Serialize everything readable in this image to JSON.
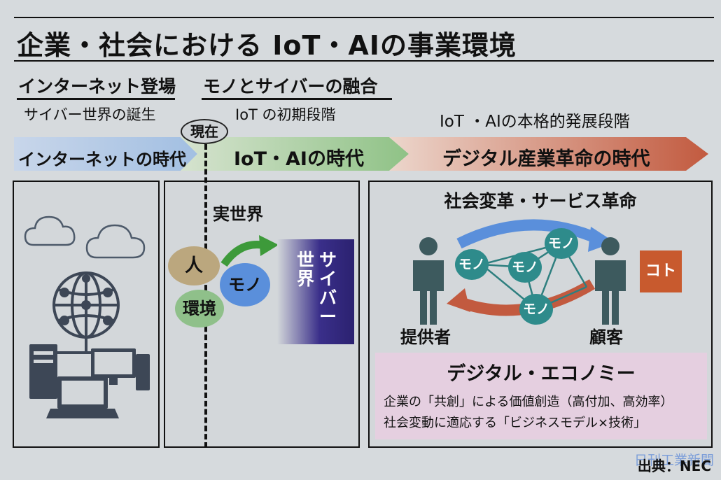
{
  "title": "企業・社会における IoT・AIの事業環境",
  "eras": [
    {
      "heading": "インターネット登場",
      "sub": "サイバー世界の誕生"
    },
    {
      "heading": "モノとサイバーの融合",
      "sub": "IoT の初期段階"
    },
    {
      "heading": "",
      "sub": "IoT ・AIの本格的発展段階"
    }
  ],
  "now_label": "現在",
  "timeline": [
    {
      "label": "インターネットの時代",
      "color": "#a9c4e4"
    },
    {
      "label": "IoT・AIの時代",
      "color": "#9ccb93"
    },
    {
      "label": "デジタル産業革命の時代",
      "color": "#c86d55"
    }
  ],
  "middle": {
    "real_world": "実世界",
    "person": "人",
    "environment": "環境",
    "mono": "モノ",
    "cyber": "サイバー",
    "world": "世界"
  },
  "right": {
    "heading": "社会変革・サービス革命",
    "mono_nodes": [
      "モノ",
      "モノ",
      "モノ",
      "モノ"
    ],
    "koto": "コト",
    "provider": "提供者",
    "customer": "顧客"
  },
  "economy": {
    "title": "デジタル・エコノミー",
    "line1": "企業の「共創」による価値創造（高付加、高効率）",
    "line2": "社会変動に適応する「ビジネスモデル×技術」"
  },
  "source": "出典：NEC",
  "watermark": "日刊工業新聞",
  "icons": [
    "cloud-icon",
    "globe-network-icon",
    "desktop-computer-icon",
    "laptop-icon",
    "person-icon",
    "arrow-icon"
  ]
}
